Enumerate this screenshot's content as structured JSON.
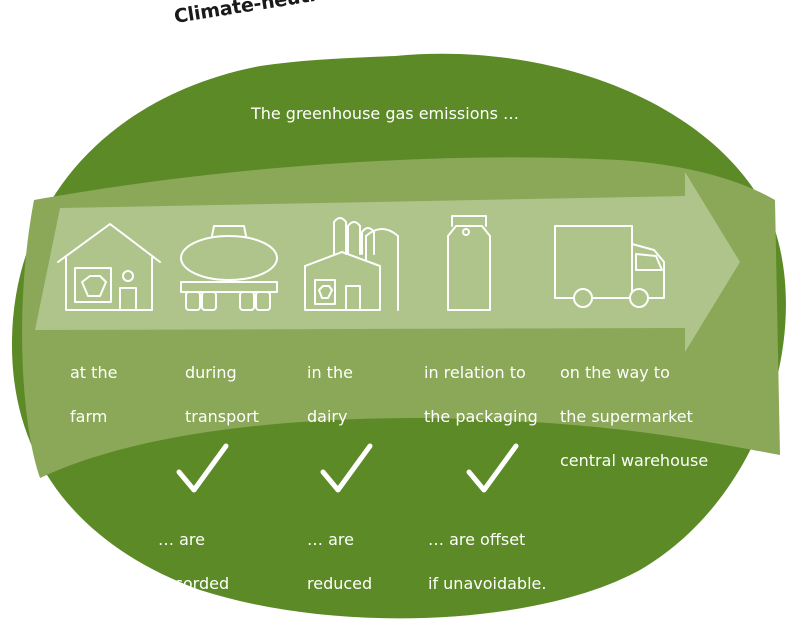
{
  "title": "Climate-neutral milk",
  "headline": "The greenhouse gas emissions …",
  "stages": [
    {
      "icon": "farm-house-icon",
      "line1": "at the",
      "line2": "farm"
    },
    {
      "icon": "tanker-truck-icon",
      "line1": "during",
      "line2": "transport"
    },
    {
      "icon": "dairy-plant-icon",
      "line1": "in the",
      "line2": "dairy"
    },
    {
      "icon": "milk-carton-icon",
      "line1": "in relation to",
      "line2": "the packaging"
    },
    {
      "icon": "delivery-truck-icon",
      "line1": "on the way to",
      "line2": "the supermarket",
      "line3": "central warehouse"
    }
  ],
  "outcomes": [
    {
      "icon": "checkmark-icon",
      "line1": "… are",
      "line2": "recorded"
    },
    {
      "icon": "checkmark-icon",
      "line1": "… are",
      "line2": "reduced"
    },
    {
      "icon": "checkmark-icon",
      "line1": "… are offset",
      "line2": "if unavoidable."
    }
  ],
  "colors": {
    "dark_green": "#5c8a26",
    "mid_green": "#8aa858",
    "light_green": "#aec48a",
    "icon_stroke": "#ffffff",
    "title_text": "#1a1a1a"
  }
}
